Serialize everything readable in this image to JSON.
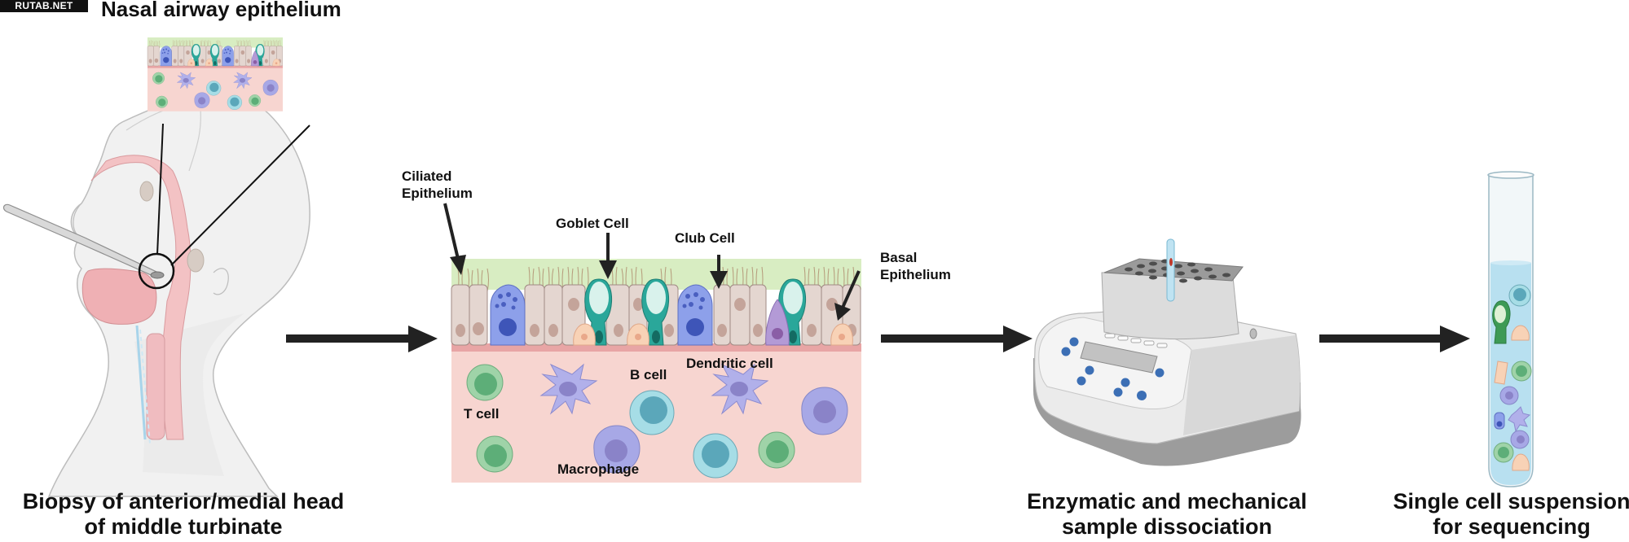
{
  "watermark": "RUTAB.NET",
  "title": "Nasal airway epithelium",
  "steps": [
    {
      "id": "biopsy",
      "caption_line1": "Biopsy of anterior/medial head",
      "caption_line2": "of middle turbinate"
    },
    {
      "id": "epithelium",
      "labels": {
        "ciliated_line1": "Ciliated",
        "ciliated_line2": "Epithelium",
        "goblet": "Goblet Cell",
        "club": "Club Cell",
        "basal_line1": "Basal",
        "basal_line2": "Epithelium",
        "dendritic": "Dendritic cell",
        "b_cell": "B cell",
        "t_cell": "T cell",
        "macrophage": "Macrophage"
      }
    },
    {
      "id": "dissociation",
      "caption_line1": "Enzymatic and mechanical",
      "caption_line2": "sample dissociation"
    },
    {
      "id": "suspension",
      "caption_line1": "Single cell suspension",
      "caption_line2": "for sequencing"
    }
  ],
  "colors": {
    "mucus": "#d8edc2",
    "ciliated_cell": "#e4d6d0",
    "cell_outline": "#a08a84",
    "nucleus_brown": "#c4a49a",
    "club_cell": "#8da0ea",
    "club_nucleus": "#3e55b8",
    "goblet_cell": "#2aa79a",
    "basal_cell": "#f8d2b6",
    "dendritic_purple": "#b39ad6",
    "membrane": "#e8a5a5",
    "lamina": "#f7d5d0",
    "t_cell": "#9fd3a8",
    "t_nucleus": "#5dae78",
    "b_cell": "#a6dde6",
    "b_nucleus": "#5ba7ba",
    "macrophage": "#a7a8e6",
    "macrophage_nucleus": "#8a83c8",
    "arrow": "#222222",
    "liquid": "#b8e0f0",
    "machine_body": "#e6e6e6",
    "machine_button": "#3c6fb5"
  }
}
